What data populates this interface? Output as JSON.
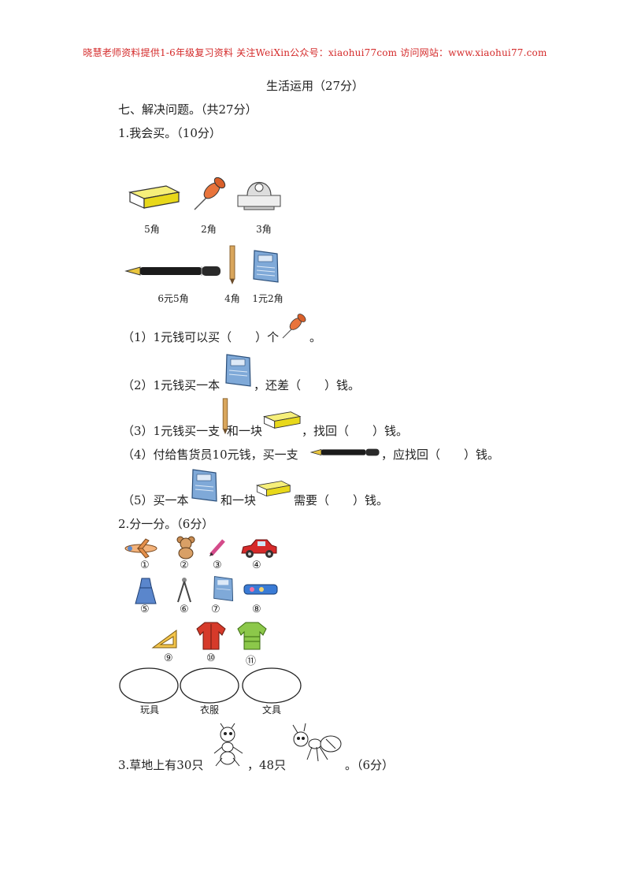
{
  "header": "晓慧老师资料提供1-6年级复习资料 关注WeiXin公众号：xiaohui77com  访问网站：www.xiaohui77.com",
  "title": "生活运用（27分）",
  "section": "七、解决问题。（共27分）",
  "q1": {
    "heading": "1.我会买。（10分）",
    "prices": [
      "5角",
      "2角",
      "3角",
      "6元5角",
      "4角",
      "1元2角"
    ],
    "sub1": [
      "（1）1元钱可以买（　　）个",
      "。"
    ],
    "sub2": [
      "（2）1元钱买一本",
      "，还差（　　）钱。"
    ],
    "sub3": [
      "（3）1元钱买一支",
      "和一块",
      "，找回（　　）钱。"
    ],
    "sub4": [
      "（4）付给售货员10元钱，买一支",
      "，应找回（　　）钱。"
    ],
    "sub5": [
      "（5）买一本",
      "和一块",
      "需要（　　）钱。"
    ]
  },
  "q2": {
    "heading": "2.分一分。（6分）",
    "numbers": [
      "①",
      "②",
      "③",
      "④",
      "⑤",
      "⑥",
      "⑦",
      "⑧",
      "⑨",
      "⑩",
      "⑪"
    ],
    "groups": [
      "玩具",
      "衣服",
      "文具"
    ]
  },
  "q3": {
    "parts": [
      "3.草地上有30只",
      "，48只",
      "。（6分）"
    ]
  }
}
